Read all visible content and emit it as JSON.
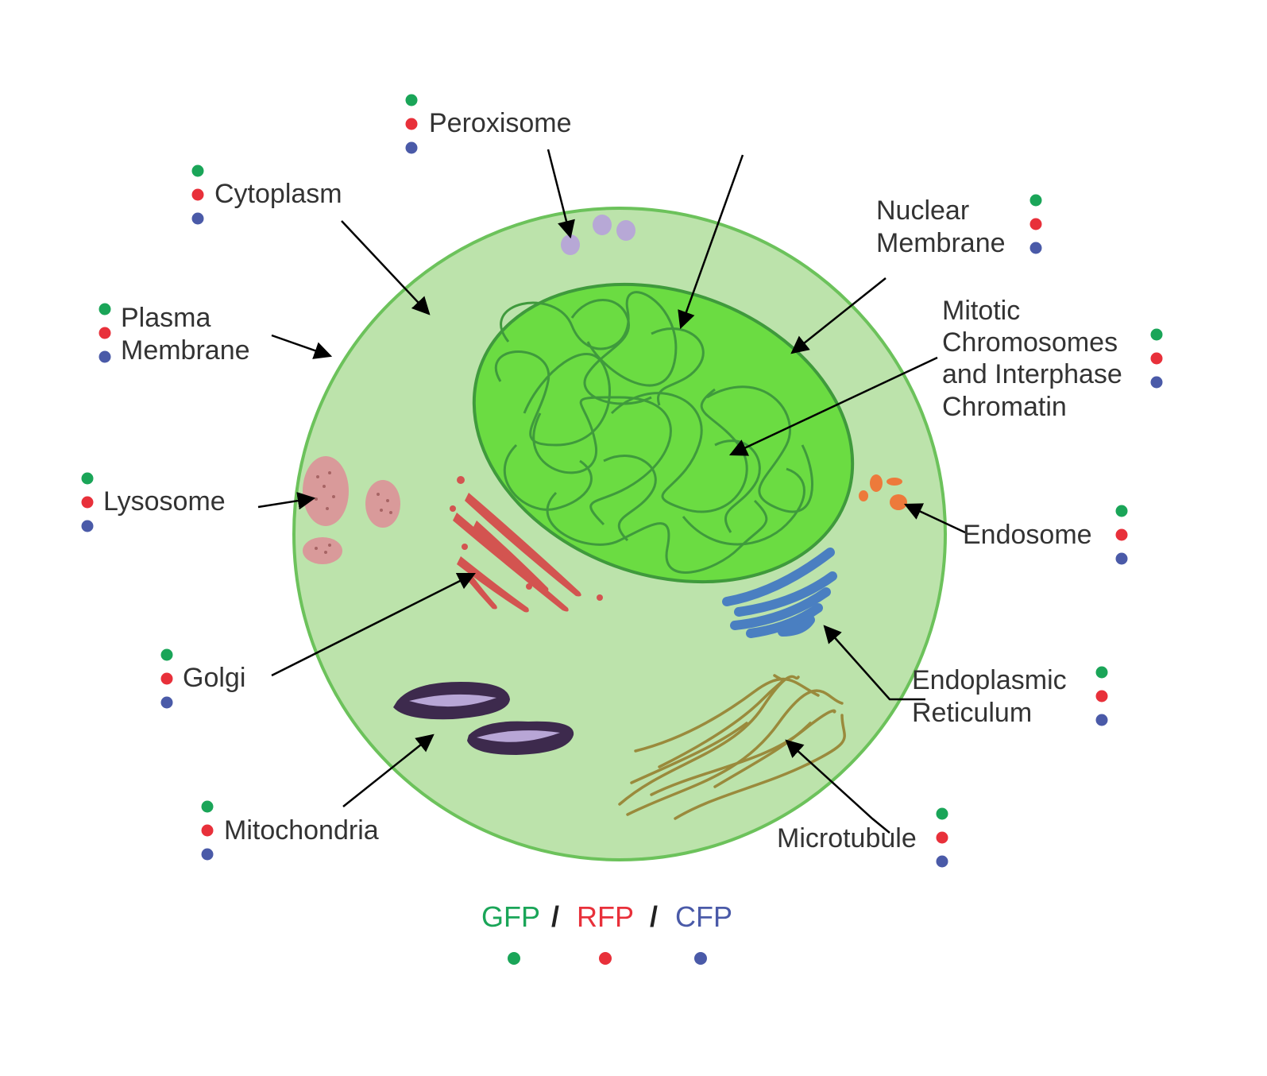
{
  "colors": {
    "gfp": "#1aa558",
    "rfp": "#e8303a",
    "cfp": "#4a5aa8"
  },
  "labels": {
    "peroxisome": "Peroxisome",
    "cytoplasm": "Cytoplasm",
    "nuclear_membrane": [
      "Nuclear",
      "Membrane"
    ],
    "plasma_membrane": [
      "Plasma",
      "Membrane"
    ],
    "mitotic_chromosomes": [
      "Mitotic",
      "Chromosomes",
      "and Interphase",
      "Chromatin"
    ],
    "lysosome": "Lysosome",
    "endosome": "Endosome",
    "golgi": "Golgi",
    "endoplasmic_reticulum": [
      "Endoplasmic",
      "Reticulum"
    ],
    "mitochondria": "Mitochondria",
    "microtubule": "Microtubule"
  },
  "legend": {
    "gfp": "GFP",
    "rfp": "RFP",
    "cfp": "CFP",
    "separator": "/"
  }
}
